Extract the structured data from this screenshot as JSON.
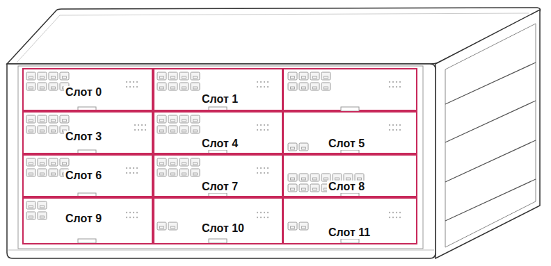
{
  "diagram": {
    "nodes": [
      {
        "text": [
          "Слот 0"
        ]
      },
      {
        "text": [
          "Слот 1"
        ]
      },
      {
        "text": [
          "Слот 3"
        ]
      },
      {
        "text": [
          "Слот 4"
        ]
      },
      {
        "text": [
          "Слот 5"
        ]
      },
      {
        "text": [
          "Слот 6"
        ]
      },
      {
        "text": [
          "Слот 7"
        ]
      },
      {
        "text": [
          "Слот 8"
        ]
      },
      {
        "text": [
          "Слот 9"
        ]
      },
      {
        "text": [
          "Слот 10"
        ]
      },
      {
        "text": [
          "Слот 11"
        ]
      }
    ]
  }
}
